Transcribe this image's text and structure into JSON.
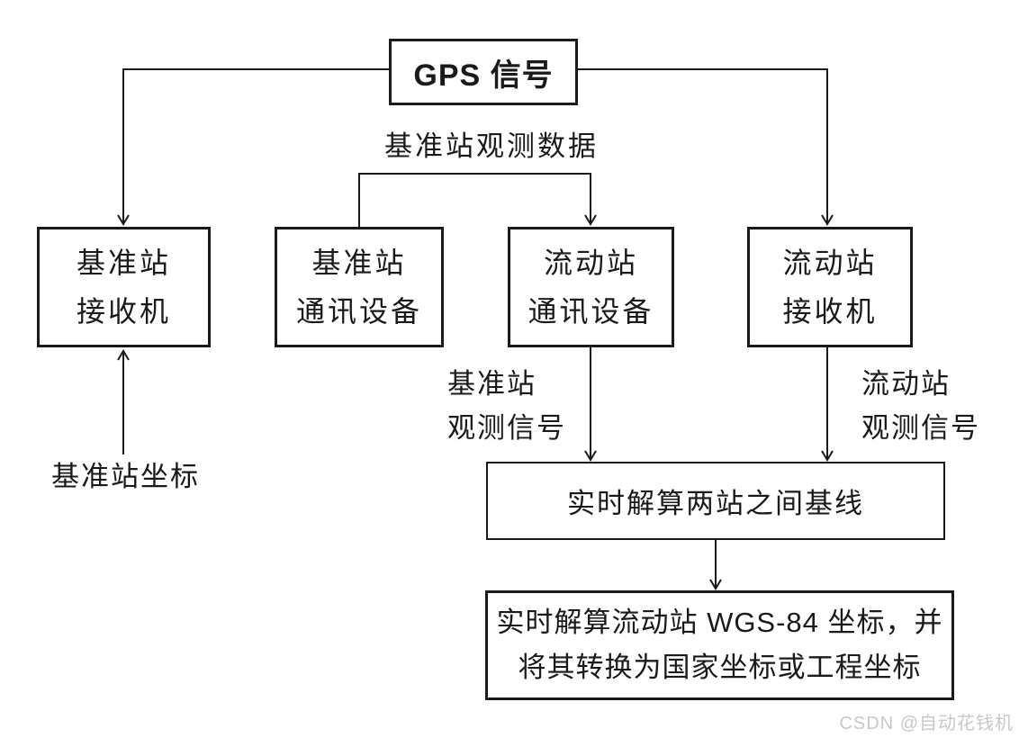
{
  "diagram": {
    "gps_box": {
      "label": "GPS 信号"
    },
    "label_obs_data": "基准站观测数据",
    "boxes": {
      "base_receiver": {
        "line1": "基准站",
        "line2": "接收机"
      },
      "base_comm": {
        "line1": "基准站",
        "line2": "通讯设备"
      },
      "rover_comm": {
        "line1": "流动站",
        "line2": "通讯设备"
      },
      "rover_receiver": {
        "line1": "流动站",
        "line2": "接收机"
      }
    },
    "label_base_obs_signal": {
      "line1": "基准站",
      "line2": "观测信号"
    },
    "label_rover_obs_signal": {
      "line1": "流动站",
      "line2": "观测信号"
    },
    "label_base_coords": "基准站坐标",
    "baseline_box": {
      "label": "实时解算两站之间基线"
    },
    "result_box": {
      "line1": "实时解算流动站 WGS-84 坐标，并",
      "line2": "将其转换为国家坐标或工程坐标"
    },
    "watermark": "CSDN @自动花钱机",
    "colors": {
      "line": "#1a1a1a",
      "text": "#1a1a1a",
      "watermark": "#c8c8c8",
      "background": "#ffffff"
    }
  }
}
